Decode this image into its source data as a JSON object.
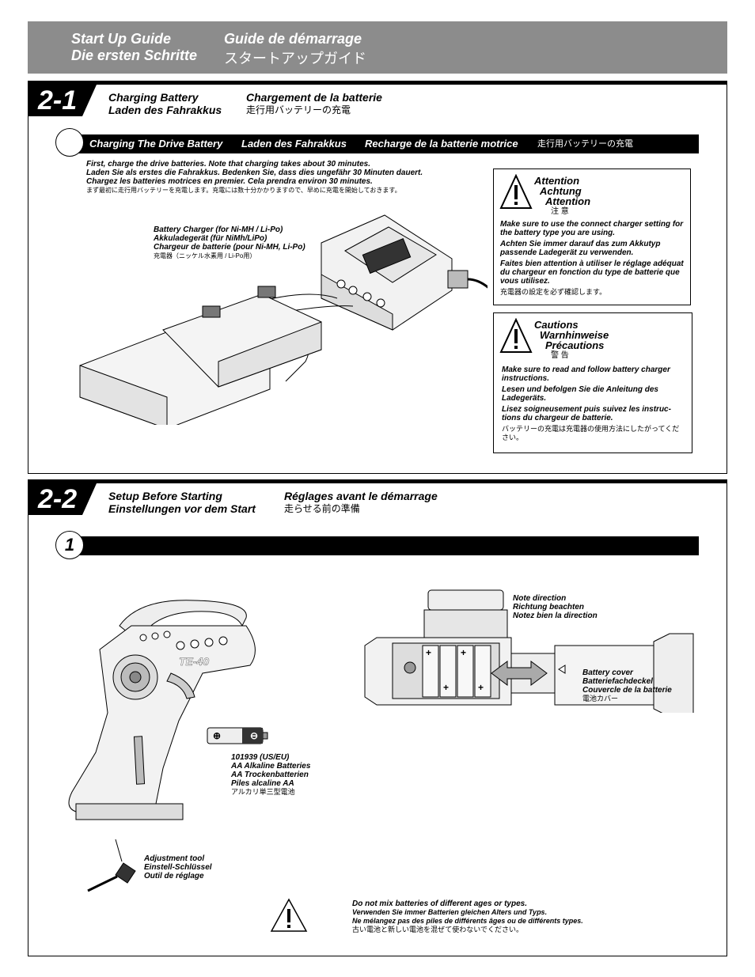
{
  "header": {
    "title_en": "Start Up Guide",
    "title_fr": "Guide de démarrage",
    "title_de": "Die ersten Schritte",
    "title_jp": "スタートアップガイド"
  },
  "section1": {
    "number": "2-1",
    "title_en": "Charging Battery",
    "title_fr": "Chargement de la batterie",
    "title_de": "Laden des Fahrakkus",
    "title_jp": "走行用バッテリーの充電",
    "bar": {
      "en": "Charging The Drive Battery",
      "de": "Laden des Fahrakkus",
      "fr": "Recharge de la batterie motrice",
      "jp": "走行用バッテリーの充電"
    },
    "intro": [
      "First, charge the drive batteries. Note that charging takes about 30 minutes.",
      "Laden Sie als erstes die Fahrakkus. Bedenken Sie, dass dies ungefähr 30 Minuten dauert.",
      "Chargez les batteries motrices en premier. Cela prendra environ 30 minutes.",
      "まず最初に走行用バッテリーを充電します。充電には数十分かかりますので、早めに充電を開始しておきます。"
    ],
    "charger_label": [
      "Battery Charger (for Ni-MH / Li-Po)",
      "Akkuladegerät (für NiMh/LiPo)",
      "Chargeur de batterie (pour Ni-MH, Li-Po)",
      "充電器（ニッケル水素用 / Li-Po用）"
    ],
    "attention": {
      "titles": [
        "Attention",
        "Achtung",
        "Attention",
        "注 意"
      ],
      "texts": [
        "Make sure to use the connect charger setting for the battery type you are using.",
        "Achten Sie immer darauf das zum Akkutyp passende Ladegerät zu verwenden.",
        "Faites bien attention à utiliser le réglage adéquat du chargeur en fonction du type de batterie que vous utilisez.",
        "充電器の設定を必ず確認します。"
      ]
    },
    "cautions": {
      "titles": [
        "Cautions",
        "Warnhinweise",
        "Précautions",
        "警 告"
      ],
      "texts": [
        "Make sure to read and follow battery charger instructions.",
        "Lesen und befolgen Sie die Anleitung des Ladegeräts.",
        "Lisez soigneusement puis suivez les instruc-tions du chargeur de batterie.",
        "バッテリーの充電は充電器の使用方法にしたがってください。"
      ]
    }
  },
  "section2": {
    "number": "2-2",
    "title_en": "Setup Before Starting",
    "title_fr": "Réglages avant le démarrage",
    "title_de": "Einstellungen vor dem Start",
    "title_jp": "走らせる前の準備",
    "step": "1",
    "transmitter_logo": "TE-40",
    "batteries_label": [
      "101939 (US/EU)",
      "AA Alkaline Batteries",
      "AA Trockenbatterien",
      "Piles alcaline AA",
      "アルカリ単三型電池"
    ],
    "tool_label": [
      "Adjustment tool",
      "Einstell-Schlüssel",
      "Outil de réglage"
    ],
    "direction_label": [
      "Note direction",
      "Richtung beachten",
      "Notez bien la direction"
    ],
    "cover_label": [
      "Battery cover",
      "Batteriefachdeckel",
      "Couvercle de la batterie",
      "電池カバー"
    ],
    "warning": [
      "Do not mix batteries of different ages or types.",
      "Verwenden Sie immer Batterien gleichen Alters und Typs.",
      "Ne mélangez pas des piles de différents âges ou de différents types.",
      "古い電池と新しい電池を混ぜて使わないでください。"
    ]
  }
}
